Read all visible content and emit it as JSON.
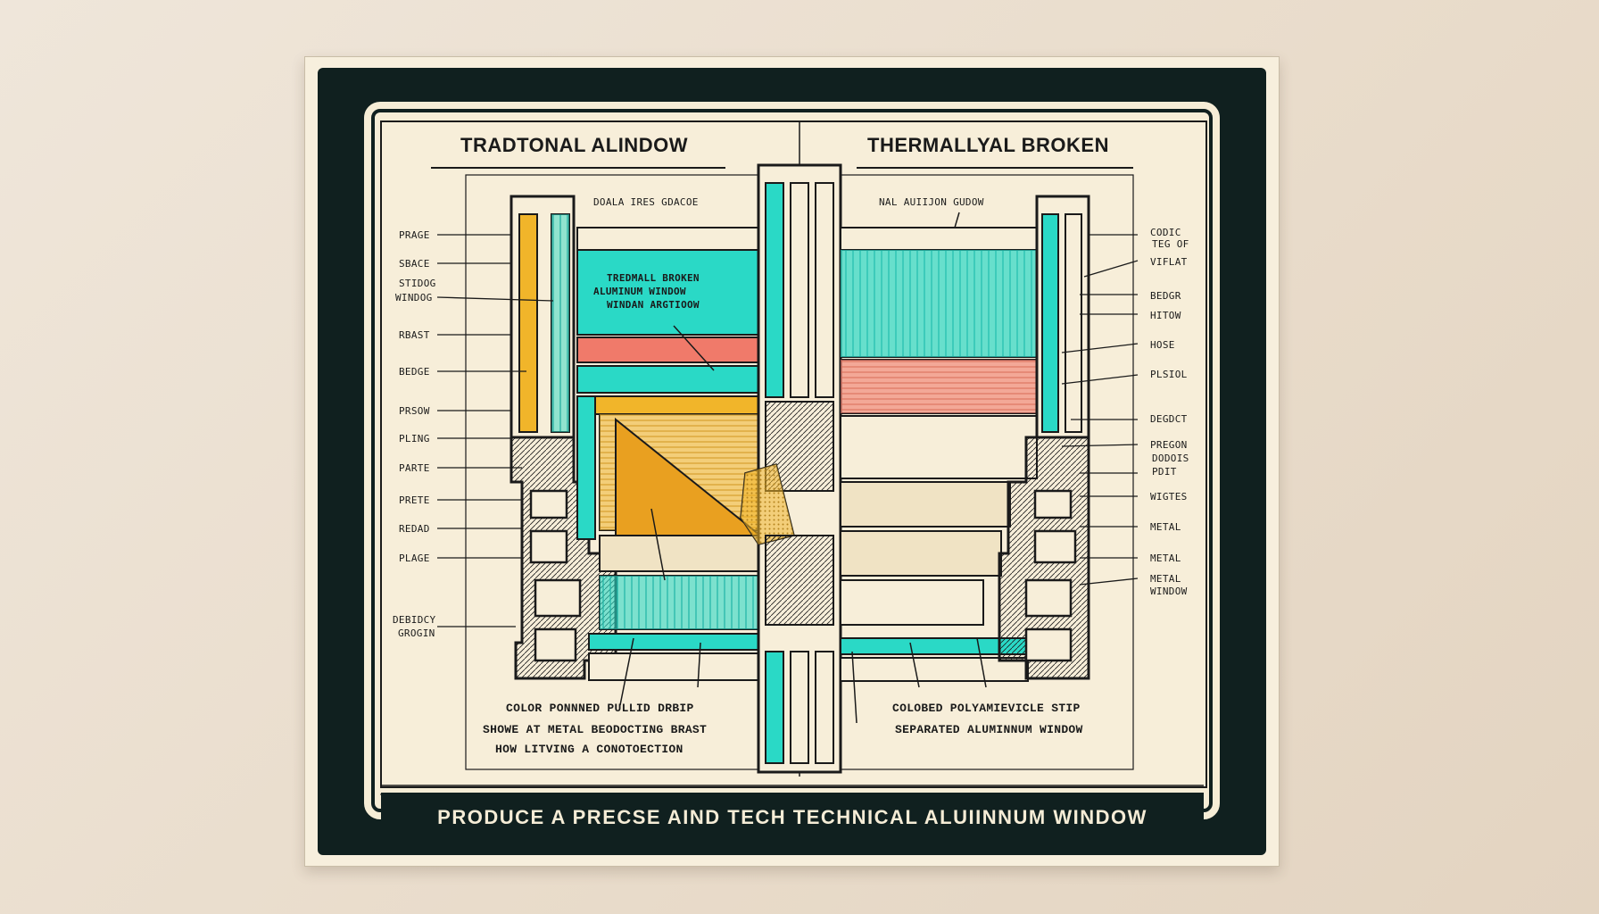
{
  "headings": {
    "left_title": "TRADTONAL ALINDOW",
    "right_title": "THERMALLYAL BROKEN",
    "left_top_note": "DOALA IRES GDACOE",
    "right_top_note": "NAL AUIIJON GUDOW",
    "center_callout": [
      "TREDMALL BROKEN",
      "ALUMINUM WINDOW",
      "WINDAN ARGTIOOW"
    ]
  },
  "left_labels": [
    "PRAGE",
    "SBACE",
    "STIDOG",
    "WINDOG",
    "RBAST",
    "BEDGE",
    "PRSOW",
    "PLING",
    "PARTE",
    "PRETE",
    "REDAD",
    "PLAGE",
    "DEBIDCY",
    "GROGIN"
  ],
  "right_labels": [
    "CODIC",
    "TEG OF",
    "VIFLAT",
    "BEDGR",
    "HITOW",
    "HOSE",
    "PLSIOL",
    "DEGDCT",
    "PREGON",
    "DODOIS",
    "PDIT",
    "WIGTES",
    "METAL",
    "METAL",
    "METAL",
    "WINDOW"
  ],
  "footnotes": {
    "left": [
      "COLOR PONNNED PULLID DRBIP",
      "SHOWE AT METAL BEODOCTING BRAST",
      "HOW LITVING A CONOTOECTION"
    ],
    "right": [
      "COLOBED POLYAMIEVICLE STIP",
      "SEPARATED ALUMINNUM WINDOW"
    ]
  },
  "banner": "PRODUCE A PRECSE AIND TECH TECHNICAL ALUIINNUM WINDOW",
  "colors": {
    "frame": "#10201f",
    "paper": "#f7eed9",
    "teal": "#2ad9c6",
    "yellow": "#f1b52a",
    "salmon": "#f07a6a",
    "ink": "#1a1a1a"
  }
}
